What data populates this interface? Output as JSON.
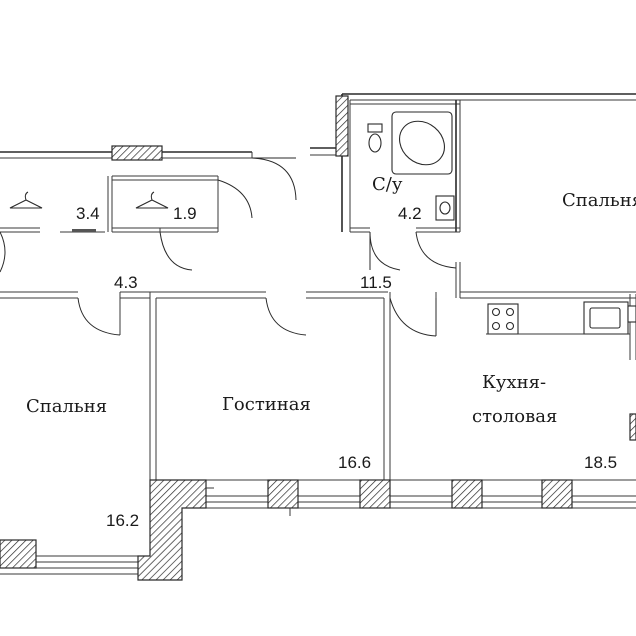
{
  "rooms": {
    "bedroom_left": {
      "name": "Спальня",
      "area": "16.2"
    },
    "living": {
      "name": "Гостиная",
      "area": "16.6"
    },
    "kitchen": {
      "name_line1": "Кухня-",
      "name_line2": "столовая",
      "area": "18.5"
    },
    "bedroom_right": {
      "name": "Спальня"
    },
    "bathroom": {
      "name": "С/у",
      "area": "4.2"
    },
    "hall": {
      "area": "11.5"
    },
    "corridor": {
      "area": "4.3"
    },
    "wardrobe_1": {
      "area": "3.4"
    },
    "wardrobe_2": {
      "area": "1.9"
    }
  },
  "icons": {
    "hanger": "hanger-icon",
    "bathtub": "bathtub-icon",
    "toilet": "toilet-icon",
    "sink": "sink-icon",
    "stove": "stove-icon",
    "kitchen_sink": "kitchen-sink-icon"
  },
  "colors": {
    "wall": "#2a2a2a",
    "hatch": "#2a2a2a",
    "background": "#ffffff"
  }
}
